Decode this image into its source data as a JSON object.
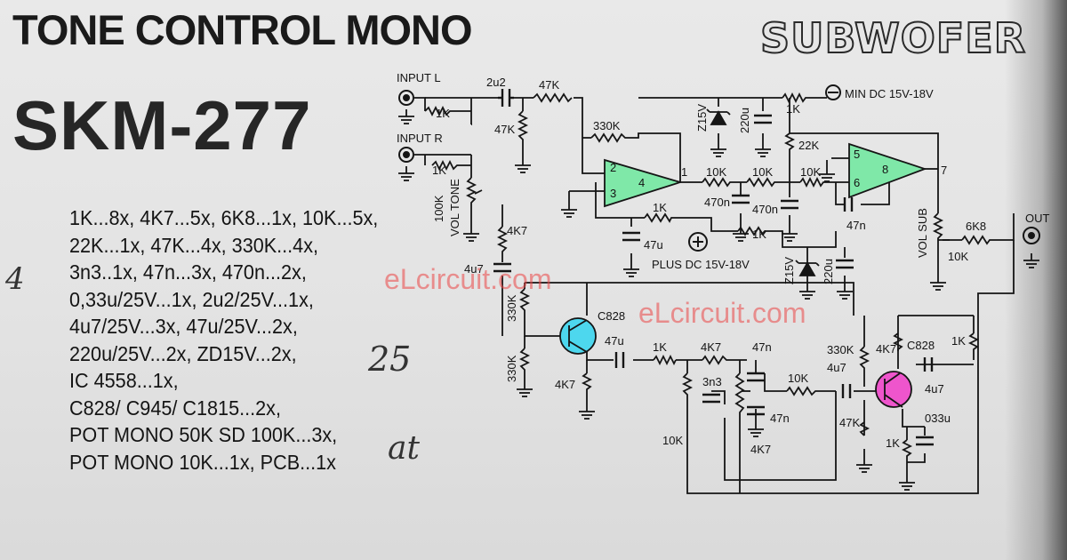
{
  "title": "TONE CONTROL MONO",
  "subtitle": "SUBWOFER",
  "model": "SKM-277",
  "parts_list": [
    "1K...8x, 4K7...5x, 6K8...1x, 10K...5x,",
    "22K...1x, 47K...4x, 330K...4x,",
    "3n3..1x, 47n...3x, 470n...2x,",
    "0,33u/25V...1x, 2u2/25V...1x,",
    "4u7/25V...3x, 47u/25V...2x,",
    "220u/25V...2x, ZD15V...2x,",
    "IC 4558...1x,",
    "C828/ C945/ C1815...2x,",
    "POT MONO 50K SD 100K...3x,",
    "POT MONO 10K...1x, PCB...1x"
  ],
  "handwritten": {
    "n4": "4",
    "n25": "25",
    "at": "at"
  },
  "watermarks": [
    "eLcircuit.com",
    "eLcircuit.com"
  ],
  "colors": {
    "opamp": "#7fe8a8",
    "transistor1": "#4dd7ee",
    "transistor2": "#ee55cc",
    "ink": "#151515",
    "watermark": "#eb4646"
  },
  "schematic": {
    "ports": {
      "input_l": "INPUT L",
      "input_r": "INPUT R",
      "min_dc": "MIN DC 15V-18V",
      "plus_dc": "PLUS DC 15V-18V",
      "out": "OUT"
    },
    "pots": {
      "vol_tone_value": "100K",
      "vol_tone": "VOL TONE",
      "vol_sub": "VOL SUB",
      "vol_sub_value": "10K"
    },
    "components": {
      "r_in_l": "1K",
      "r_in_r": "1K",
      "c_in": "2u2",
      "r47k_a": "47K",
      "r47k_b": "47K",
      "r330k_fb": "330K",
      "zener1": "Z15V",
      "c220u_1": "220u",
      "r1k_min": "1K",
      "r22k": "22K",
      "r10k_a": "10K",
      "r10k_b": "10K",
      "r10k_c": "10K",
      "c470n_a": "470n",
      "c470n_b": "470n",
      "c47n_a": "47n",
      "r1k_mid": "1K",
      "c47u_a": "47u",
      "r1k_plus": "1K",
      "zener2": "Z15V",
      "c220u_2": "220u",
      "r6k8": "6K8",
      "r4k7_a": "4K7",
      "c4u7_a": "4u7",
      "r330k_b1": "330K",
      "r330k_b2": "330K",
      "q1": "C828",
      "c47u_b": "47u",
      "r4k7_e1": "4K7",
      "r1k_tone": "1K",
      "r4k7_tone": "4K7",
      "c47n_b": "47n",
      "c3n3": "3n3",
      "c47n_c": "47n",
      "r10k_tone": "10K",
      "r10k_pot": "10K",
      "r4k7_pot": "4K7",
      "r330k_q2": "330K",
      "c4u7_b": "4u7",
      "r4k7_c2": "4K7",
      "q2": "C828",
      "c4u7_c": "4u7",
      "r47k_q2": "47K",
      "r1k_e2": "1K",
      "c033u": "033u",
      "r1k_right": "1K"
    },
    "ic_pins": {
      "p1": "1",
      "p2": "2",
      "p3": "3",
      "p4": "4",
      "p5": "5",
      "p6": "6",
      "p7": "7",
      "p8": "8"
    }
  }
}
